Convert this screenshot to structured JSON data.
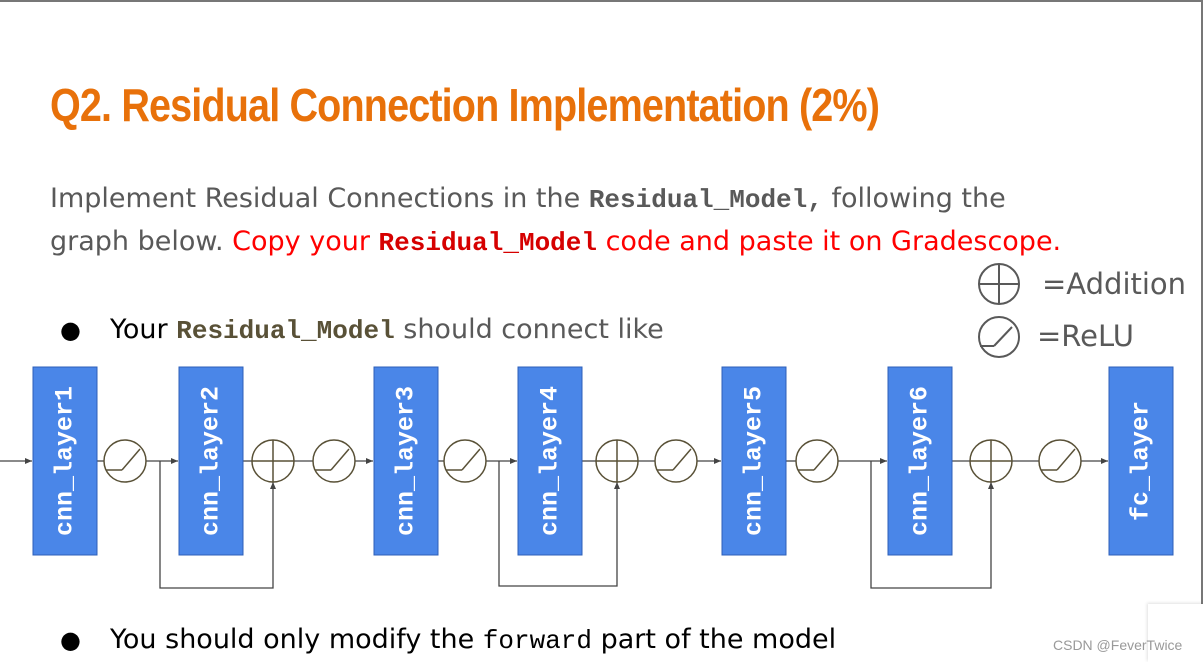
{
  "title": "Q2. Residual Connection Implementation (2%)",
  "intro": {
    "text1": "Implement Residual Connections in the ",
    "code1": "Residual_Model,",
    "text2": " following the",
    "text3": "graph below. ",
    "red1": "Copy your ",
    "code2": "Residual_Model",
    "red2": "  code  and paste it on Gradescope."
  },
  "bullets": {
    "b1_prefix": "Your ",
    "b1_code": "Residual_Model",
    "b1_suffix": "  should connect like",
    "b2_prefix": "You should only modify the ",
    "b2_code": "forward",
    "b2_suffix": "  part of the model"
  },
  "legend": {
    "addition": "=Addition",
    "relu": "=ReLU",
    "addition_icon": "circle-plus-icon",
    "relu_icon": "circle-slash-icon"
  },
  "diagram": {
    "layers": [
      "cnn_layer1",
      "cnn_layer2",
      "cnn_layer3",
      "cnn_layer4",
      "cnn_layer5",
      "cnn_layer6",
      "fc_layer"
    ]
  },
  "watermark": "CSDN @FeverTwice",
  "colors": {
    "title": "#e8710a",
    "block": "#4a86e8",
    "highlight": "#ff0000",
    "text": "#595959"
  }
}
